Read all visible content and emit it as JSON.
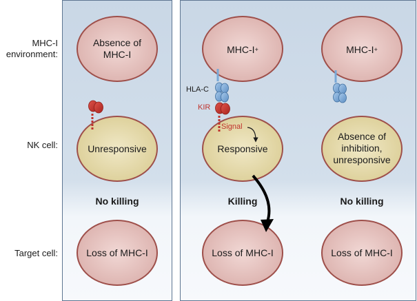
{
  "row_labels": {
    "mhc_environment": "MHC-I\nenvironment:",
    "nk_cell": "NK cell:",
    "target_cell": "Target cell:"
  },
  "columns": [
    {
      "mhc_text": "Absence of\nMHC-I",
      "nk_text": "Unresponsive",
      "outcome": "No killing",
      "target_text": "Loss of MHC-I"
    },
    {
      "mhc_text": "MHC-I",
      "mhc_superscript": "+",
      "nk_text": "Responsive",
      "outcome": "Killing",
      "target_text": "Loss of MHC-I"
    },
    {
      "mhc_text": "MHC-I",
      "mhc_superscript": "+",
      "nk_text": "Absence of\ninhibition,\nunresponsive",
      "outcome": "No killing",
      "target_text": "Loss of MHC-I"
    }
  ],
  "molecule_labels": {
    "hla_c": "HLA-C",
    "kir": "KIR",
    "signal": "Signal"
  },
  "colors": {
    "panel_bg": "#cfdbe8",
    "panel_border": "#5d7591",
    "cell_mhc": "#e6c4c2",
    "cell_nk": "#e6dcae",
    "cell_border": "#9e4f4a",
    "kir_red": "#c0342e",
    "hla_blue": "#79a8d6"
  }
}
